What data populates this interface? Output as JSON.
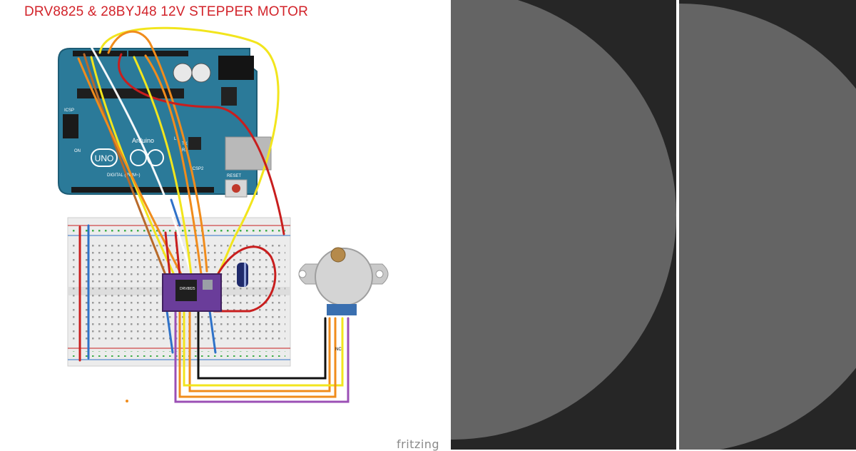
{
  "title": "DRV8825 & 28BYJ48 12V STEPPER MOTOR",
  "watermark": "fritzing",
  "arduino": {
    "board_label": "UNO",
    "brand": "Arduino",
    "on_label": "ON",
    "icsp_label": "ICSP",
    "icsp2_label": "ICSP2",
    "reset_label": "RESET",
    "digital_label": "DIGITAL (PWM~)",
    "tx_label": "TX",
    "rx_label": "RX",
    "l_label": "L"
  },
  "driver_label": "DRV8825",
  "motor": {
    "nc_label": "NC"
  },
  "colors": {
    "board": "#2b7a99",
    "driver": "#6a3d9a",
    "wire_red": "#c81e1e",
    "wire_yellow": "#f2e51d",
    "wire_orange": "#f08c1c",
    "wire_brown": "#b86a2a",
    "wire_blue": "#2f72c9",
    "wire_black": "#111111",
    "wire_purple": "#9b4fb5",
    "panel_bg": "#262626",
    "panel_disc": "#646464"
  }
}
